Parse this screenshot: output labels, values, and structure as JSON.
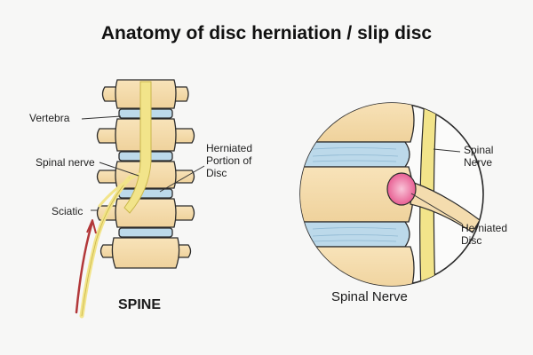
{
  "title": "Anatomy of disc herniation / slip disc",
  "spine_panel": {
    "caption": "SPINE",
    "labels": {
      "vertebra": "Vertebra",
      "spinal_nerve": "Spinal nerve",
      "sciatic": "Sciatic",
      "herniated_line1": "Herniated",
      "herniated_line2": "Portion of",
      "herniated_line3": "Disc"
    }
  },
  "zoom_panel": {
    "caption": "Spinal Nerve",
    "labels": {
      "spinal_line1": "Spinal",
      "spinal_line2": "Nerve",
      "herniated_line1": "Herniated",
      "herniated_line2": "Disc"
    }
  },
  "colors": {
    "bone": "#f4dcae",
    "bone_outline": "#2b2b2b",
    "disc": "#bcd9ea",
    "nerve": "#f2e48a",
    "herniation": "#f08ab0",
    "sciatic": "#b2383a"
  }
}
